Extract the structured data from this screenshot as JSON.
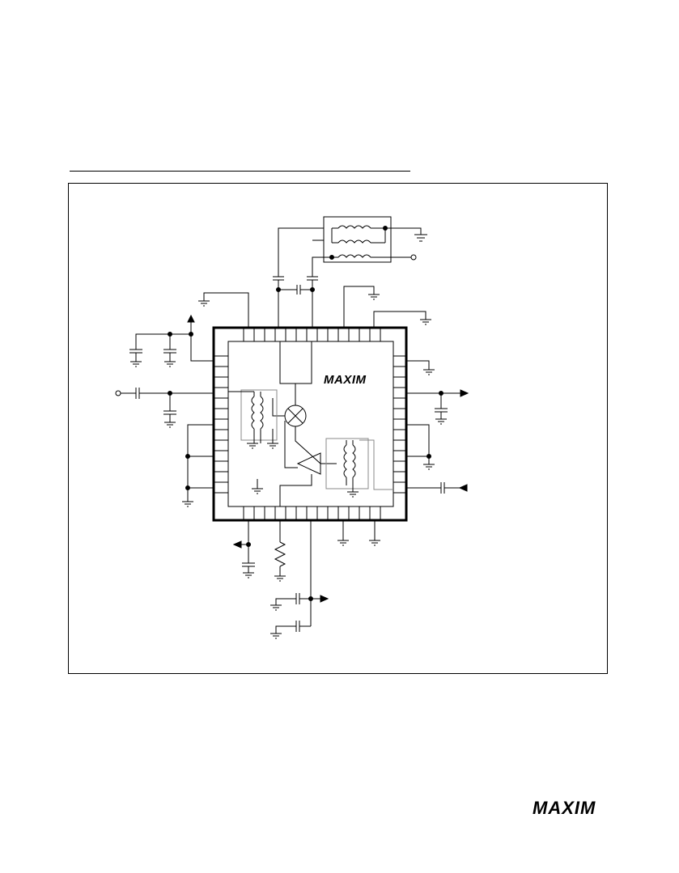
{
  "page": {
    "footer_logo": "MAXIM"
  },
  "schematic": {
    "chip_logo": "MAXIM",
    "components": {
      "chip": "ic-package",
      "mixer": "mixer-symbol",
      "amplifier": "amplifier-symbol",
      "balun_top": "transformer",
      "balun_left": "transformer",
      "balun_right": "transformer",
      "resistor": "resistor",
      "ground": "ground-symbol"
    }
  }
}
